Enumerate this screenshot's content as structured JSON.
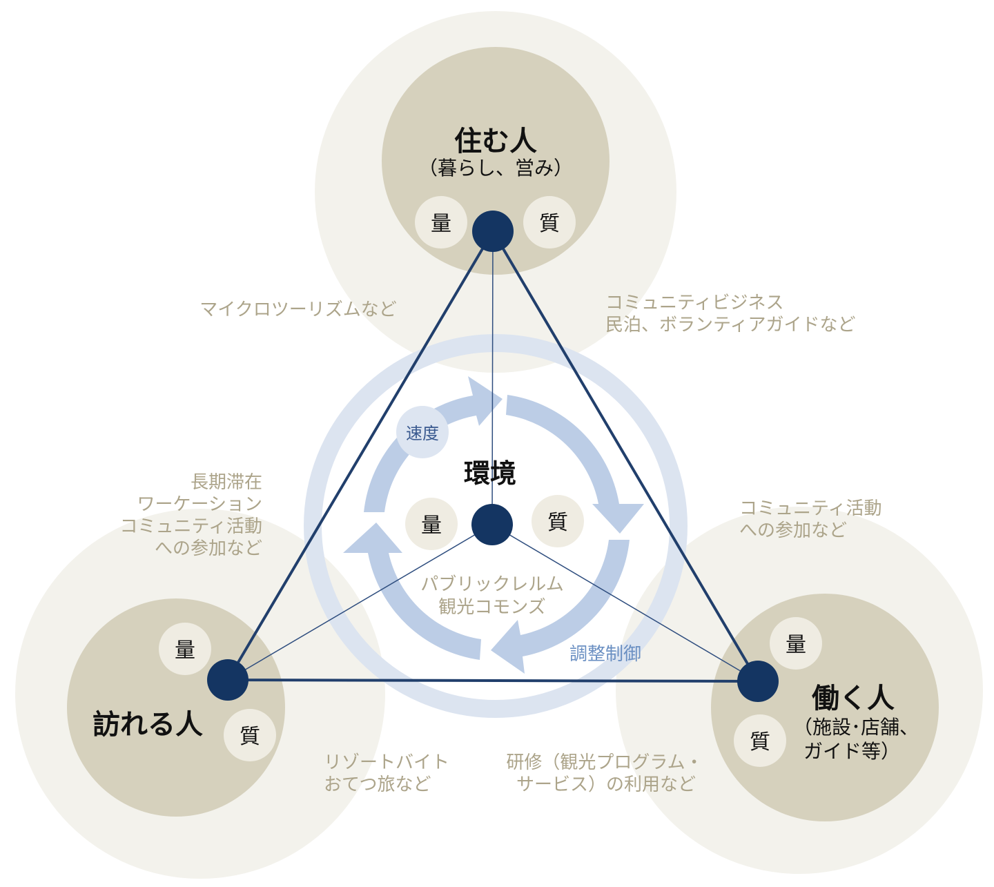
{
  "colors": {
    "outer_halo": "#f3f2ec",
    "inner_circle": "#d6d1bd",
    "pill": "#efece2",
    "node": "#143562",
    "triangle": "#213f6c",
    "ring": "#dce4f0",
    "arrow": "#bccde6",
    "note_text": "#aca48a",
    "blue_text": "#6a8fc2"
  },
  "nodes": {
    "top": {
      "title": "住む人",
      "subtitle": "（暮らし、営み）",
      "quantity": "量",
      "quality": "質"
    },
    "left": {
      "title": "訪れる人",
      "quantity": "量",
      "quality": "質"
    },
    "right": {
      "title": "働く人",
      "subtitle_line1": "（施設･店舗、",
      "subtitle_line2": "ガイド等）",
      "quantity": "量",
      "quality": "質"
    },
    "center": {
      "title": "環境",
      "quantity": "量",
      "quality": "質",
      "speed": "速度",
      "commons_line1": "パブリックレルム",
      "commons_line2": "観光コモンズ",
      "control": "調整制御"
    }
  },
  "notes": {
    "top_left": [
      "マイクロツーリズムなど"
    ],
    "top_right": [
      "コミュニティビジネス",
      "民泊、ボランティアガイドなど"
    ],
    "mid_left": [
      "長期滞在",
      "ワーケーション",
      "コミュニティ活動",
      "への参加など"
    ],
    "mid_right": [
      "コミュニティ活動",
      "への参加など"
    ],
    "bottom_left": [
      "リゾートバイト",
      "おてつ旅など"
    ],
    "bottom_right": [
      "研修（観光プログラム・",
      "サービス）の利用など"
    ]
  }
}
